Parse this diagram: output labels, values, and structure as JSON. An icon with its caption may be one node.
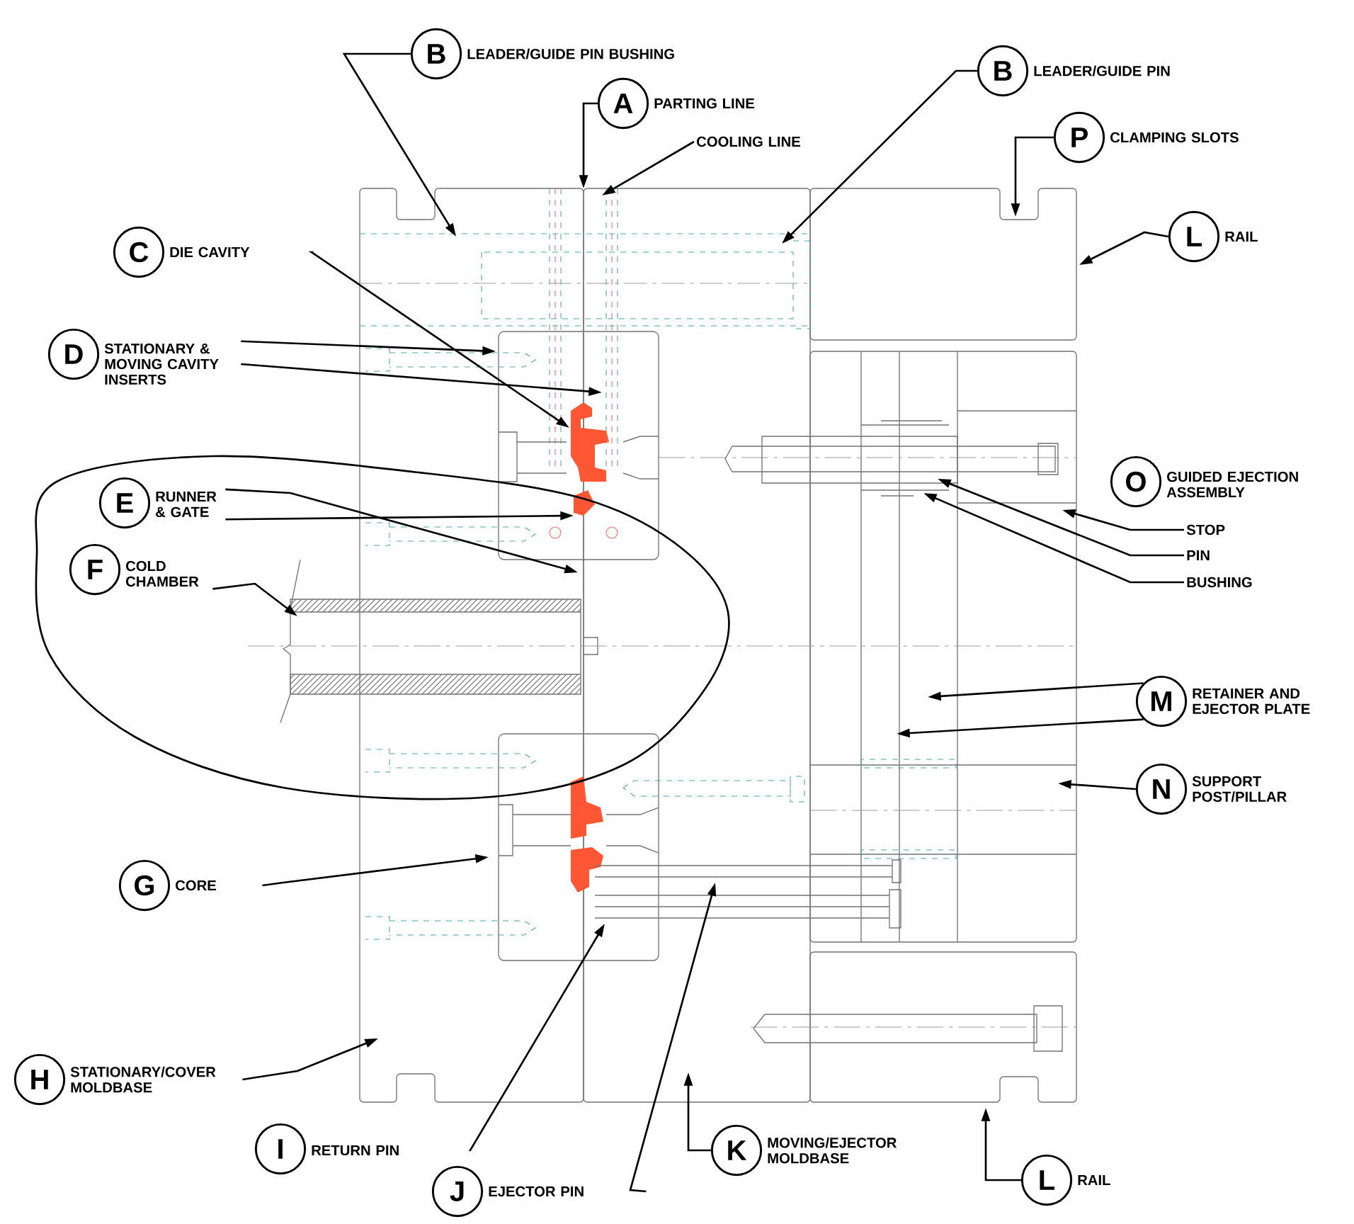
{
  "diagram": {
    "nodes": [
      {
        "text": [
          "B"
        ],
        "beside": [
          "LEADER/GUIDE PIN BUSHING"
        ]
      },
      {
        "text": [
          "A"
        ],
        "beside": [
          "PARTING LINE"
        ]
      },
      {
        "text": [
          "COOLING LINE"
        ]
      },
      {
        "text": [
          "B"
        ],
        "beside": [
          "LEADER/GUIDE PIN"
        ]
      },
      {
        "text": [
          "P"
        ],
        "beside": [
          "CLAMPING SLOTS"
        ]
      },
      {
        "text": [
          "C"
        ],
        "beside": [
          "DIE CAVITY"
        ]
      },
      {
        "text": [
          "L"
        ],
        "beside": [
          "RAIL"
        ]
      },
      {
        "text": [
          "D"
        ],
        "beside": [
          "STATIONARY & MOVING CAVITY INSERTS"
        ]
      },
      {
        "text": [
          "O"
        ],
        "beside": [
          "GUIDED EJECTION ASSEMBLY"
        ]
      },
      {
        "text": [
          "E"
        ],
        "beside": [
          "RUNNER & GATE"
        ]
      },
      {
        "text": [
          "STOP"
        ]
      },
      {
        "text": [
          "PIN"
        ]
      },
      {
        "text": [
          "BUSHING"
        ]
      },
      {
        "text": [
          "F"
        ],
        "beside": [
          "COLD CHAMBER"
        ]
      },
      {
        "text": [
          "M"
        ],
        "beside": [
          "RETAINER AND EJECTOR PLATE"
        ]
      },
      {
        "text": [
          "N"
        ],
        "beside": [
          "SUPPORT POST/PILLAR"
        ]
      },
      {
        "text": [
          "G"
        ],
        "beside": [
          "CORE"
        ]
      },
      {
        "text": [
          "H"
        ],
        "beside": [
          "STATIONARY/COVER MOLDBASE"
        ]
      },
      {
        "text": [
          "I"
        ],
        "beside": [
          "RETURN PIN"
        ]
      },
      {
        "text": [
          "J"
        ],
        "beside": [
          "EJECTOR PIN"
        ]
      },
      {
        "text": [
          "K"
        ],
        "beside": [
          "MOVING/EJECTOR MOLDBASE"
        ]
      },
      {
        "text": [
          "L"
        ],
        "beside": [
          "RAIL"
        ]
      }
    ],
    "edges": [
      {
        "from": 0,
        "to": null,
        "arrow": "to"
      },
      {
        "from": 1,
        "to": null,
        "arrow": "to"
      },
      {
        "from": 2,
        "to": null,
        "arrow": "to"
      },
      {
        "from": 3,
        "to": null,
        "arrow": "to"
      },
      {
        "from": 4,
        "to": null,
        "arrow": "to"
      },
      {
        "from": 5,
        "to": null,
        "arrow": "to"
      },
      {
        "from": 6,
        "to": null,
        "arrow": "to"
      },
      {
        "from": 7,
        "to": null,
        "arrow": "to"
      },
      {
        "from": 7,
        "to": null,
        "arrow": "to"
      },
      {
        "from": 9,
        "to": null,
        "arrow": "to"
      },
      {
        "from": 9,
        "to": null,
        "arrow": "to"
      },
      {
        "from": 10,
        "to": null,
        "arrow": "to"
      },
      {
        "from": 11,
        "to": null,
        "arrow": "to"
      },
      {
        "from": 12,
        "to": null,
        "arrow": "to"
      },
      {
        "from": 13,
        "to": null,
        "arrow": "to"
      },
      {
        "from": 14,
        "to": null,
        "arrow": "to"
      },
      {
        "from": 14,
        "to": null,
        "arrow": "to"
      },
      {
        "from": 15,
        "to": null,
        "arrow": "to"
      },
      {
        "from": 16,
        "to": null,
        "arrow": "to"
      },
      {
        "from": 17,
        "to": null,
        "arrow": "to"
      },
      {
        "from": 18,
        "to": null,
        "arrow": "to"
      },
      {
        "from": 19,
        "to": null,
        "arrow": "to"
      },
      {
        "from": 20,
        "to": null,
        "arrow": "to"
      },
      {
        "from": 21,
        "to": null,
        "arrow": "to"
      }
    ]
  }
}
